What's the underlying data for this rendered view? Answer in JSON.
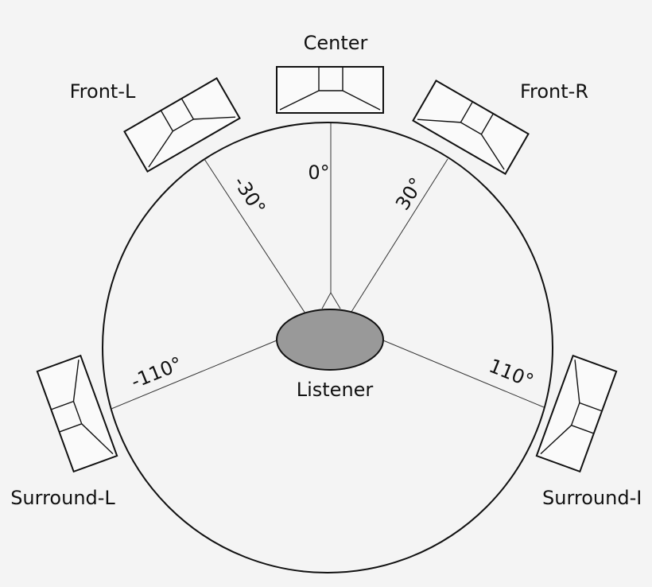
{
  "speakers": {
    "center": "Center",
    "front_left": "Front-L",
    "front_right": "Front-R",
    "surround_left": "Surround-L",
    "surround_right": "Surround-I"
  },
  "angles": {
    "center": "0°",
    "front_left": "-30°",
    "front_right": "30°",
    "surround_left": "-110°",
    "surround_right": "110°"
  },
  "listener": "Listener",
  "colors": {
    "background": "#f4f4f4",
    "stroke": "#111111",
    "listener_fill": "#999999"
  }
}
